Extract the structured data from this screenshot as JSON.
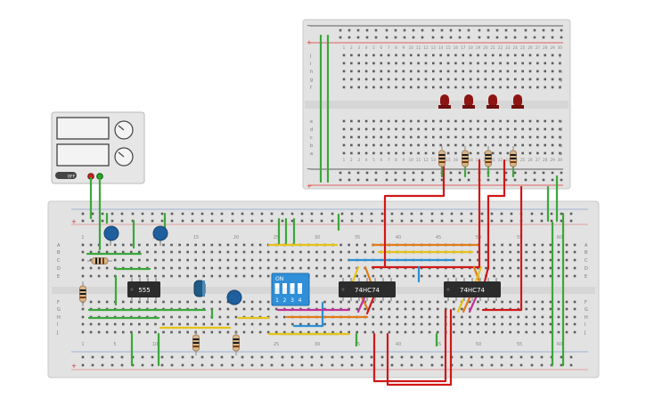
{
  "ics": [
    {
      "id": "ic-555",
      "label": "555"
    },
    {
      "id": "ic-74hc74-a",
      "label": "74HC74"
    },
    {
      "id": "ic-74hc74-b",
      "label": "74HC74"
    }
  ],
  "dip_switch": {
    "label": "ON",
    "positions": [
      "1",
      "2",
      "3",
      "4"
    ]
  },
  "power_supply": {
    "off_label": "OFF"
  },
  "small_board": {
    "rows_top": [
      "j",
      "i",
      "h",
      "g",
      "f"
    ],
    "rows_bottom": [
      "e",
      "d",
      "c",
      "b",
      "a"
    ],
    "column_numbers": [
      "1",
      "2",
      "3",
      "4",
      "5",
      "6",
      "7",
      "8",
      "9",
      "10",
      "11",
      "12",
      "13",
      "14",
      "15",
      "16",
      "17",
      "18",
      "19",
      "20",
      "21",
      "22",
      "23",
      "24",
      "25",
      "26",
      "27",
      "28",
      "29",
      "30"
    ]
  },
  "large_board": {
    "rows_top": [
      "A",
      "B",
      "C",
      "D",
      "E"
    ],
    "rows_bottom": [
      "F",
      "G",
      "H",
      "I",
      "J"
    ],
    "column_numbers_top": [
      "1",
      "5",
      "10",
      "15",
      "20",
      "25",
      "30",
      "35",
      "40",
      "45",
      "50",
      "55",
      "60"
    ],
    "column_numbers_bottom": [
      "1",
      "5",
      "10",
      "15",
      "20",
      "25",
      "30",
      "35",
      "40",
      "45",
      "50",
      "55",
      "60"
    ]
  },
  "rail_symbols": {
    "plus": "+",
    "minus": "−"
  },
  "colors": {
    "board": "#e3e3e3",
    "wire_green": "#3aa83a",
    "wire_red": "#d01818",
    "wire_yellow": "#e6c21a",
    "wire_blue": "#2a8fd6",
    "wire_orange": "#e07b1a",
    "wire_magenta": "#c0309a",
    "led_red": "#8e1414",
    "capacitor_blue": "#1f5f9e",
    "dip_blue": "#2f8fd8"
  }
}
